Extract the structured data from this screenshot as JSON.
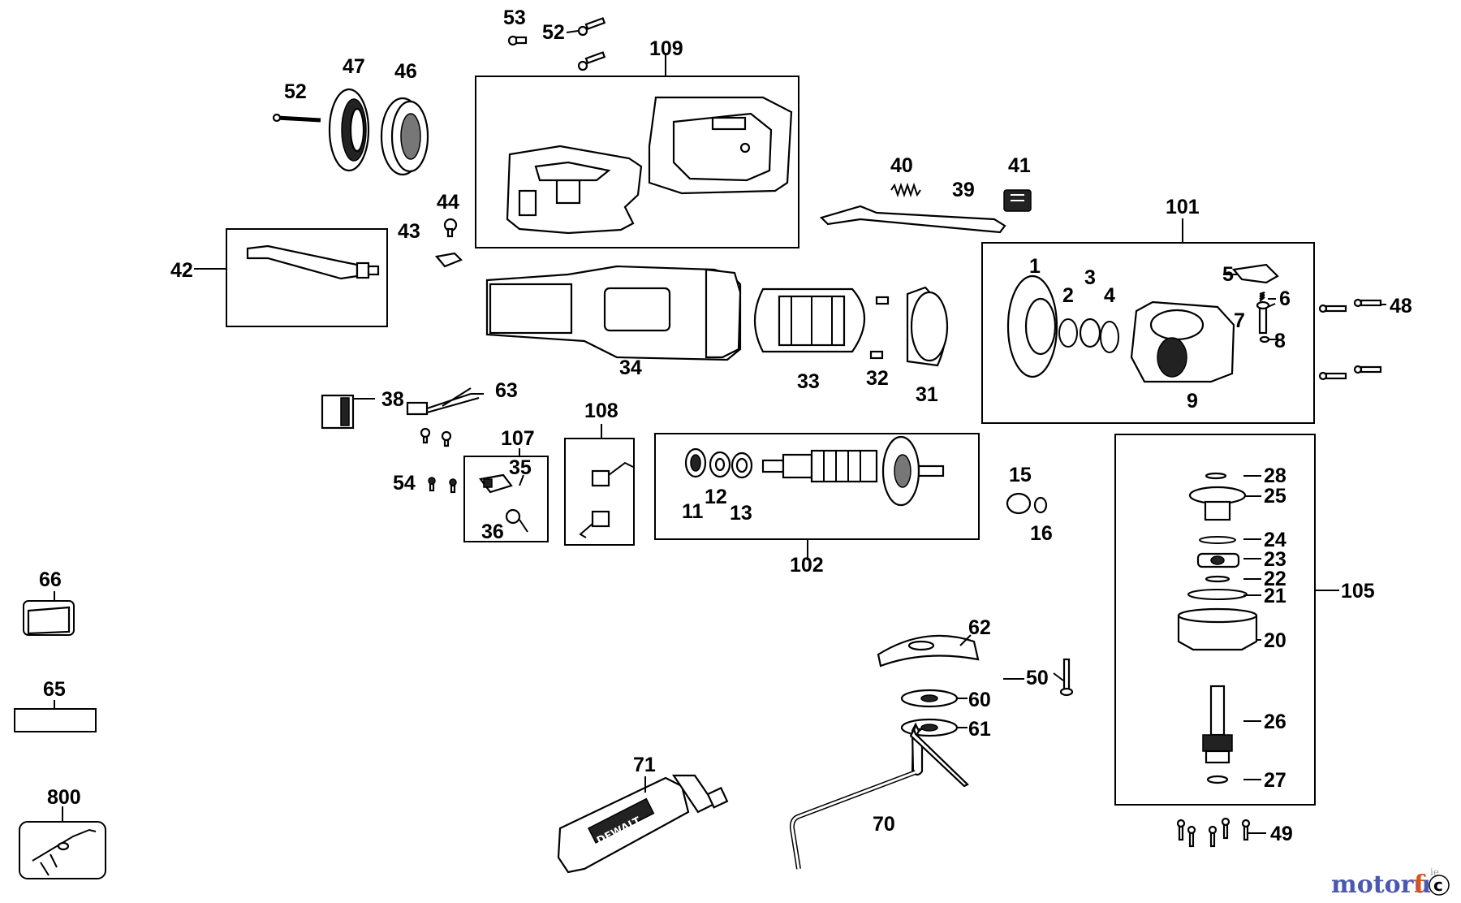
{
  "labels": {
    "l53": "53",
    "l52a": "52",
    "l109": "109",
    "l52b": "52",
    "l47": "47",
    "l46": "46",
    "l40": "40",
    "l41": "41",
    "l39": "39",
    "l44": "44",
    "l43": "43",
    "l101": "101",
    "l42": "42",
    "l1": "1",
    "l3": "3",
    "l5": "5",
    "l2": "2",
    "l4": "4",
    "l6": "6",
    "l48": "48",
    "l7": "7",
    "l8": "8",
    "l34": "34",
    "l33": "33",
    "l32": "32",
    "l31": "31",
    "l9": "9",
    "l38": "38",
    "l63": "63",
    "l108": "108",
    "l107": "107",
    "l35": "35",
    "l54": "54",
    "l36": "36",
    "l11": "11",
    "l12": "12",
    "l13": "13",
    "l102": "102",
    "l15": "15",
    "l16": "16",
    "l28": "28",
    "l25": "25",
    "l24": "24",
    "l23": "23",
    "l22": "22",
    "l21": "21",
    "l105": "105",
    "l20": "20",
    "l66": "66",
    "l65": "65",
    "l62": "62",
    "l50": "50",
    "l60": "60",
    "l61": "61",
    "l26": "26",
    "l27": "27",
    "l800": "800",
    "l71": "71",
    "l70": "70",
    "l49": "49"
  },
  "handle_brand": "DEWALT",
  "watermark": {
    "part1": "motoru",
    "part2": "f",
    "suffix": "c",
    "tiny": "ie"
  },
  "colors": {
    "line": "#000000",
    "watermark_blue": "#4a58b0",
    "watermark_orange": "#d9531e"
  }
}
